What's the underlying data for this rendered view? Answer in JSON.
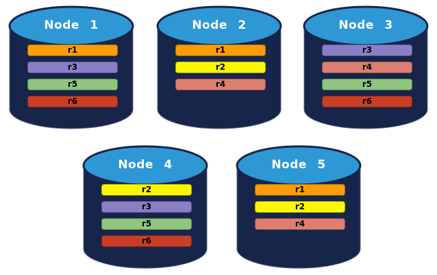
{
  "cylinder": {
    "body_color": "#17254A",
    "top_color": "#2E98D5",
    "top_outline_color": "#17254A",
    "body_outline_color": "#56648A"
  },
  "palette": {
    "r1": "#FA9D08",
    "r2": "#FBF704",
    "r3": "#8A7EC6",
    "r4": "#DC7F70",
    "r5": "#90C57E",
    "r6": "#CA3D25"
  },
  "nodes": [
    {
      "label": "Node 1",
      "replicas": [
        "r1",
        "r3",
        "r5",
        "r6"
      ]
    },
    {
      "label": "Node 2",
      "replicas": [
        "r1",
        "r2",
        "r4"
      ]
    },
    {
      "label": "Node 3",
      "replicas": [
        "r3",
        "r4",
        "r5",
        "r6"
      ]
    },
    {
      "label": "Node 4",
      "replicas": [
        "r2",
        "r3",
        "r5",
        "r6"
      ]
    },
    {
      "label": "Node 5",
      "replicas": [
        "r1",
        "r2",
        "r4"
      ]
    }
  ]
}
